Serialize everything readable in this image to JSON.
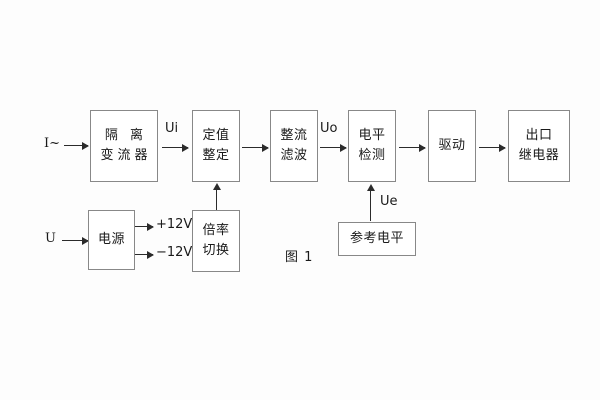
{
  "figure": {
    "caption": "图 1",
    "blocks": [
      {
        "id": "isolation-ct",
        "lines": [
          "隔 离",
          "变流器"
        ]
      },
      {
        "id": "setting",
        "lines": [
          "定值",
          "整定"
        ]
      },
      {
        "id": "rectify-filter",
        "lines": [
          "整流",
          "滤波"
        ]
      },
      {
        "id": "level-detect",
        "lines": [
          "电平",
          "检测"
        ]
      },
      {
        "id": "drive",
        "lines": [
          "驱动"
        ]
      },
      {
        "id": "output-relay",
        "lines": [
          "出口",
          "继电器"
        ]
      },
      {
        "id": "power-supply",
        "lines": [
          "电源"
        ]
      },
      {
        "id": "ratio-switch",
        "lines": [
          "倍率",
          "切换"
        ]
      },
      {
        "id": "reference-level",
        "lines": [
          "参考电平"
        ]
      }
    ],
    "signals": {
      "current_input": "I~",
      "voltage_input": "U",
      "ui": "Ui",
      "uo": "Uo",
      "ue": "Ue",
      "supply_positive": "+12V",
      "supply_negative": "−12V"
    },
    "colors": {
      "background": "#fdfdfd",
      "block_border": "#888888",
      "block_fill": "#ffffff",
      "line": "#2b2b2b",
      "text": "#1a1a1a"
    }
  }
}
